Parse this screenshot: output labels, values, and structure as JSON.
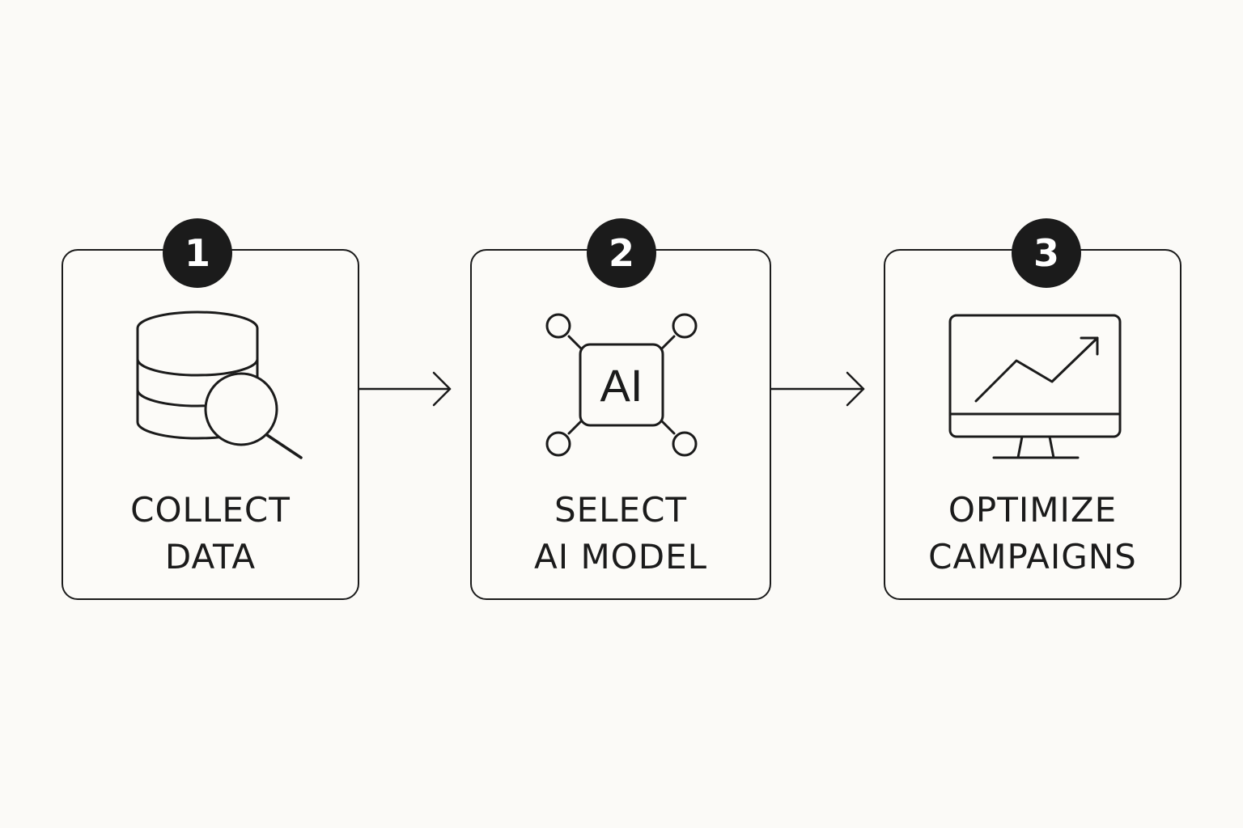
{
  "steps": [
    {
      "number": "1",
      "line1": "COLLECT",
      "line2": "DATA",
      "icon": "database-search-icon"
    },
    {
      "number": "2",
      "line1": "SELECT",
      "line2": "AI MODEL",
      "icon": "ai-chip-icon",
      "icon_text": "AI"
    },
    {
      "number": "3",
      "line1": "OPTIMIZE",
      "line2": "CAMPAIGNS",
      "icon": "monitor-growth-chart-icon"
    }
  ],
  "colors": {
    "background": "#fbfaf7",
    "ink": "#1b1b1b",
    "badge_text": "#ffffff"
  }
}
